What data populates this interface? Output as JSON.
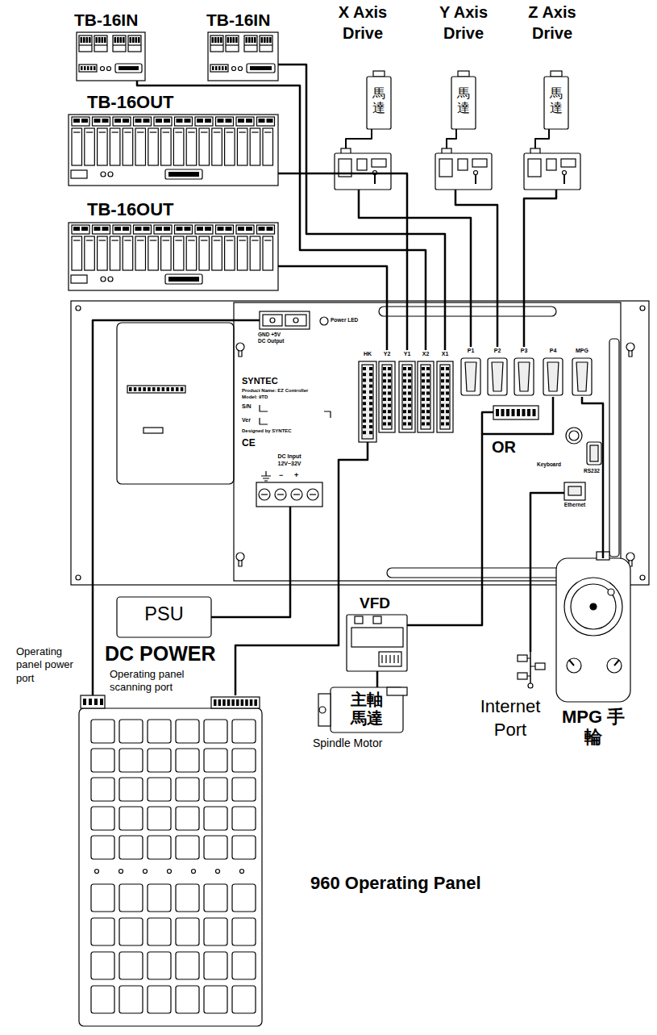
{
  "diagram": {
    "nodes": [
      {
        "text": [
          "TB-16IN"
        ]
      },
      {
        "text": [
          "TB-16IN"
        ]
      },
      {
        "text": [
          "X Axis Drive",
          "馬達"
        ]
      },
      {
        "text": [
          "Y Axis Drive",
          "馬達"
        ]
      },
      {
        "text": [
          "Z Axis Drive",
          "馬達"
        ]
      },
      {
        "text": [
          "TB-16OUT"
        ]
      },
      {
        "text": [
          "TB-16OUT"
        ]
      },
      {
        "text": [
          "SYNTEC",
          "Product Name: EZ Controller",
          "Model: 9TD",
          "S/N",
          "Ver",
          "Designed by SYNTEC",
          "CE"
        ]
      },
      {
        "text": [
          "GND +5V",
          "DC Output"
        ],
        "in": 7
      },
      {
        "text": [
          "HK"
        ],
        "in": 7
      },
      {
        "text": [
          "Y2"
        ],
        "in": 7
      },
      {
        "text": [
          "Y1"
        ],
        "in": 7
      },
      {
        "text": [
          "X2"
        ],
        "in": 7
      },
      {
        "text": [
          "X1"
        ],
        "in": 7
      },
      {
        "text": [
          "P1"
        ],
        "in": 7
      },
      {
        "text": [
          "P2"
        ],
        "in": 7
      },
      {
        "text": [
          "P3"
        ],
        "in": 7
      },
      {
        "text": [
          "P4"
        ],
        "in": 7
      },
      {
        "text": [
          "MPG"
        ],
        "in": 7
      },
      {
        "text": [
          "Ethernet"
        ],
        "in": 7
      },
      {
        "text": [
          "DC Input",
          "12V~32V"
        ],
        "in": 7
      },
      {
        "text": [
          "PSU",
          "DC POWER"
        ]
      },
      {
        "text": [
          "VFD"
        ]
      },
      {
        "text": [
          "主軸 馬達",
          "Spindle Motor"
        ]
      },
      {
        "text": [
          "Internet Port"
        ]
      },
      {
        "text": [
          "MPG 手輪"
        ]
      },
      {
        "text": [
          "960 Operating Panel"
        ]
      }
    ],
    "edges": [
      {
        "from": 0,
        "to": 12,
        "arrow": "none"
      },
      {
        "from": 1,
        "to": 13,
        "arrow": "none"
      },
      {
        "from": 2,
        "to": 14,
        "arrow": "none"
      },
      {
        "from": 3,
        "to": 15,
        "arrow": "none"
      },
      {
        "from": 4,
        "to": 16,
        "arrow": "none"
      },
      {
        "from": 5,
        "to": 11,
        "arrow": "none"
      },
      {
        "from": 6,
        "to": 10,
        "arrow": "none"
      },
      {
        "from": 26,
        "to": 8,
        "arrow": "none"
      },
      {
        "from": 26,
        "to": 9,
        "arrow": "none"
      },
      {
        "from": 21,
        "to": 20,
        "arrow": "none"
      },
      {
        "from": 22,
        "to": 17,
        "arrow": "none"
      },
      {
        "from": 22,
        "to": 23,
        "arrow": "none"
      },
      {
        "from": 24,
        "to": 19,
        "arrow": "none"
      },
      {
        "from": 25,
        "to": 18,
        "arrow": "none"
      }
    ],
    "labels": [
      "Power LED",
      "OR",
      "Keyboard",
      "RS232",
      "−",
      "+",
      "Operating panel power port",
      "Operating panel scanning port"
    ]
  }
}
